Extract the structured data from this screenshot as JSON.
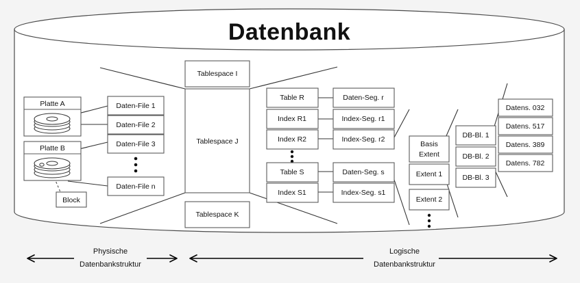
{
  "title": "Datenbank",
  "disks": [
    {
      "label": "Platte A",
      "icon": "disk-platter-icon"
    },
    {
      "label": "Platte B",
      "icon": "disk-platter-icon"
    }
  ],
  "block": {
    "label": "Block"
  },
  "data_files": [
    {
      "label": "Daten-File 1"
    },
    {
      "label": "Daten-File 2"
    },
    {
      "label": "Daten-File 3"
    },
    {
      "label": "Daten-File n"
    }
  ],
  "data_files_ellipsis": "vertical-dots",
  "tablespaces": [
    {
      "label": "Tablespace I"
    },
    {
      "label": "Tablespace J"
    },
    {
      "label": "Tablespace K"
    }
  ],
  "objects": [
    {
      "label": "Table R"
    },
    {
      "label": "Index R1"
    },
    {
      "label": "Index R2"
    },
    {
      "label": "Table S"
    },
    {
      "label": "Index S1"
    }
  ],
  "segments": [
    {
      "label": "Daten-Seg. r"
    },
    {
      "label": "Index-Seg. r1"
    },
    {
      "label": "Index-Seg. r2"
    },
    {
      "label": "Daten-Seg. s"
    },
    {
      "label": "Index-Seg. s1"
    }
  ],
  "extents": [
    {
      "label_line1": "Basis",
      "label_line2": "Extent"
    },
    {
      "label_line1": "Extent 1",
      "label_line2": ""
    },
    {
      "label_line1": "Extent 2",
      "label_line2": ""
    }
  ],
  "db_blocks": [
    {
      "label": "DB-Bl. 1"
    },
    {
      "label": "DB-Bl. 2"
    },
    {
      "label": "DB-Bl. 3"
    }
  ],
  "records": [
    {
      "label": "Datens. 032"
    },
    {
      "label": "Datens. 517"
    },
    {
      "label": "Datens. 389"
    },
    {
      "label": "Datens. 782"
    }
  ],
  "axes": [
    {
      "line1": "Physische",
      "line2": "Datenbankstruktur"
    },
    {
      "line1": "Logische",
      "line2": "Datenbankstruktur"
    }
  ],
  "colors": {
    "box_stroke": "#5a5a5a",
    "cylinder_stroke": "#4a4a4a",
    "text": "#111111",
    "background": "#f4f4f4"
  }
}
